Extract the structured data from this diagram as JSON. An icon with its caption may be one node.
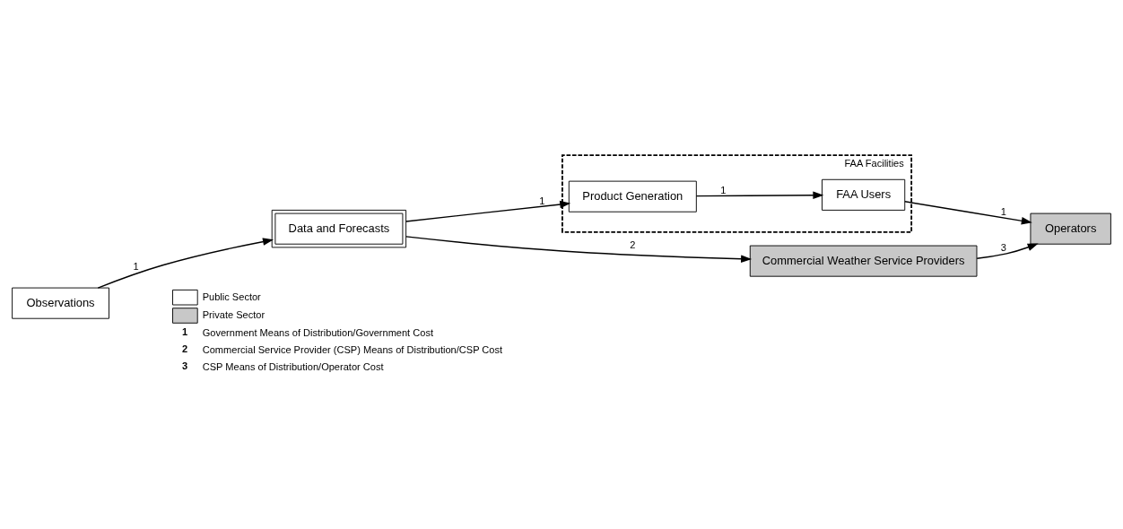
{
  "diagram": {
    "nodes": [
      {
        "text": [
          "Observations"
        ]
      },
      {
        "text": [
          "Data and Forecasts"
        ]
      },
      {
        "text": [
          "FAA Facilities"
        ]
      },
      {
        "text": [
          "Product Generation"
        ],
        "in": 2
      },
      {
        "text": [
          "FAA Users"
        ],
        "in": 2
      },
      {
        "text": [
          "Commercial Weather Service Providers"
        ]
      },
      {
        "text": [
          "Operators"
        ]
      }
    ],
    "edges": [
      {
        "from": 0,
        "to": 1,
        "arrow": "to",
        "label": "1"
      },
      {
        "from": 1,
        "to": 3,
        "arrow": "to",
        "label": "1"
      },
      {
        "from": 3,
        "to": 4,
        "arrow": "to",
        "label": "1"
      },
      {
        "from": 4,
        "to": 6,
        "arrow": "to",
        "label": "1"
      },
      {
        "from": 1,
        "to": 5,
        "arrow": "to",
        "label": "2"
      },
      {
        "from": 5,
        "to": 6,
        "arrow": "to",
        "label": "3"
      }
    ],
    "labels": [
      "1",
      "Government Means of Distribution/Government Cost",
      "2",
      "Commercial Service Provider (CSP) Means of Distribution/CSP Cost",
      "3",
      "CSP Means of Distribution/Operator Cost"
    ],
    "legend": [
      {
        "text": "Public Sector",
        "color": "#ffffff"
      },
      {
        "text": "Private Sector",
        "color": "#c8c8c8"
      }
    ]
  }
}
